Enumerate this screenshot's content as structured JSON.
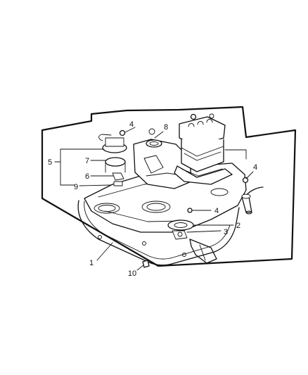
{
  "callouts": [
    {
      "id": "c1",
      "text": "1"
    },
    {
      "id": "c2",
      "text": "2"
    },
    {
      "id": "c3",
      "text": "3"
    },
    {
      "id": "c4a",
      "text": "4"
    },
    {
      "id": "c4b",
      "text": "4"
    },
    {
      "id": "c4c",
      "text": "4"
    },
    {
      "id": "c5",
      "text": "5"
    },
    {
      "id": "c6",
      "text": "6"
    },
    {
      "id": "c7",
      "text": "7"
    },
    {
      "id": "c8",
      "text": "8"
    },
    {
      "id": "c9",
      "text": "9"
    },
    {
      "id": "c10",
      "text": "10"
    }
  ]
}
